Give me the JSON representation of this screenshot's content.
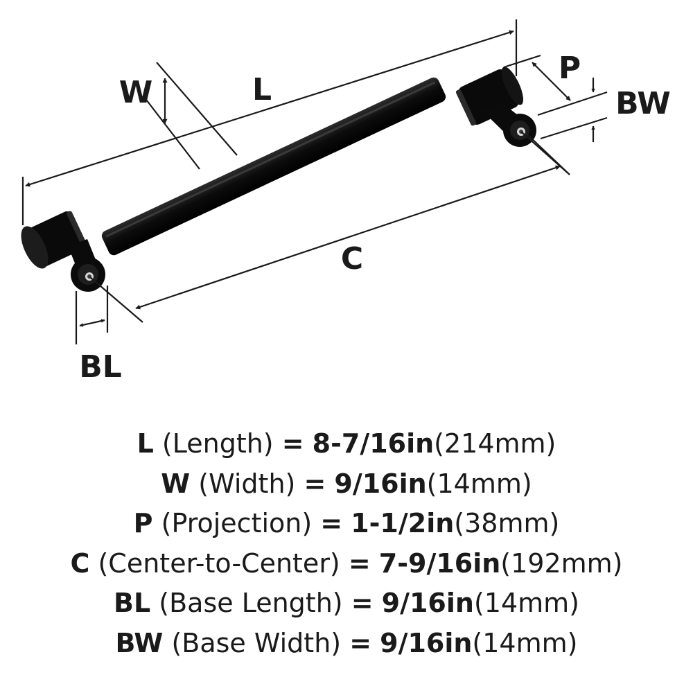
{
  "diagram": {
    "labels": {
      "L": "L",
      "W": "W",
      "P": "P",
      "BW": "BW",
      "C": "C",
      "BL": "BL"
    }
  },
  "specs": [
    {
      "abbr": "L",
      "desc": "(Length)",
      "eq": "=",
      "imperial": "8-7/16in",
      "metric": "(214mm)"
    },
    {
      "abbr": "W",
      "desc": "(Width)",
      "eq": "=",
      "imperial": "9/16in",
      "metric": "(14mm)"
    },
    {
      "abbr": "P",
      "desc": "(Projection)",
      "eq": "=",
      "imperial": "1-1/2in",
      "metric": "(38mm)"
    },
    {
      "abbr": "C",
      "desc": "(Center-to-Center)",
      "eq": "=",
      "imperial": "7-9/16in",
      "metric": "(192mm)"
    },
    {
      "abbr": "BL",
      "desc": "(Base Length)",
      "eq": "=",
      "imperial": "9/16in",
      "metric": "(14mm)"
    },
    {
      "abbr": "BW",
      "desc": "(Base Width)",
      "eq": "=",
      "imperial": "9/16in",
      "metric": "(14mm)"
    }
  ],
  "colors": {
    "ink": "#1a1a1a",
    "handle": "#0c0c0c",
    "background": "#ffffff"
  }
}
